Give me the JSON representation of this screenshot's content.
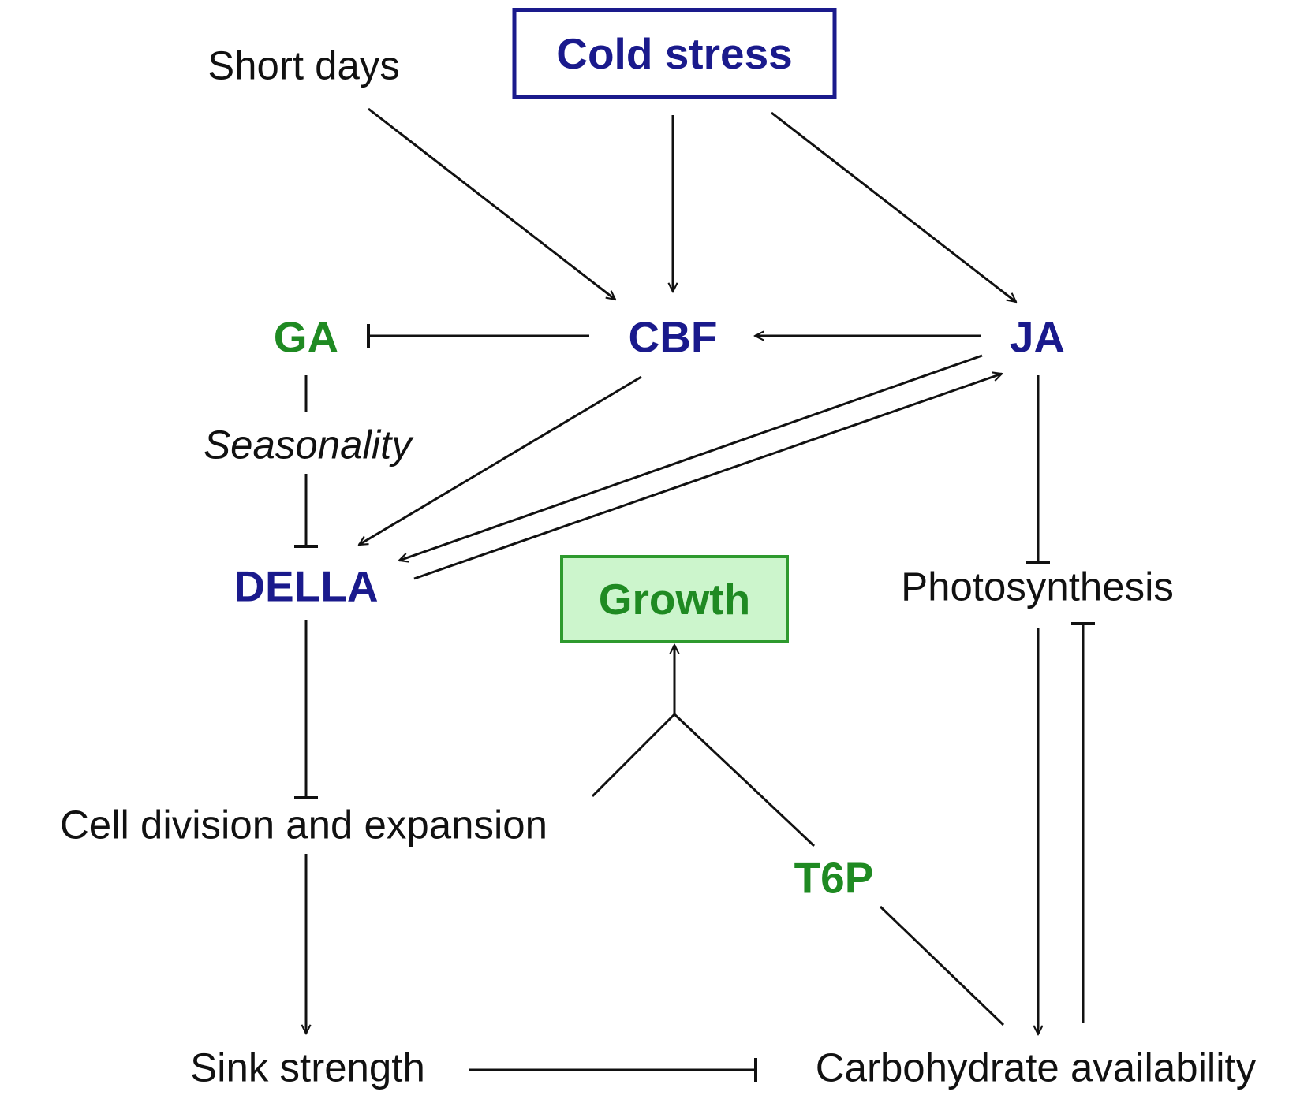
{
  "nodes": {
    "short_days": "Short days",
    "cold_stress": "Cold stress",
    "ga": "GA",
    "cbf": "CBF",
    "ja": "JA",
    "seasonality": "Seasonality",
    "della": "DELLA",
    "growth": "Growth",
    "photosynthesis": "Photosynthesis",
    "cell_division": "Cell division and expansion",
    "t6p": "T6P",
    "sink_strength": "Sink strength",
    "carbohydrate": "Carbohydrate availability"
  },
  "colors": {
    "regulator_blue": "#1a1a8c",
    "metabolite_green": "#1f8a22",
    "growth_fill": "#ccf5cc",
    "edge": "#111111"
  }
}
